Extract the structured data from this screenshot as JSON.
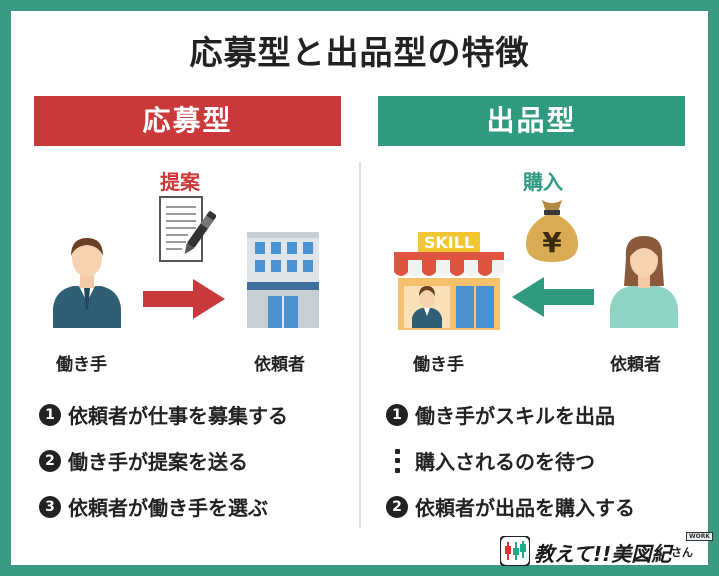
{
  "title": "応募型と出品型の特徴",
  "left": {
    "header": "応募型",
    "action": "提案",
    "worker_label": "働き手",
    "client_label": "依頼者",
    "steps": [
      {
        "marker": "1",
        "text": "依頼者が仕事を募集する"
      },
      {
        "marker": "2",
        "text": "働き手が提案を送る"
      },
      {
        "marker": "3",
        "text": "依頼者が働き手を選ぶ"
      }
    ]
  },
  "right": {
    "header": "出品型",
    "action": "購入",
    "store_sign": "SKILL",
    "price_symbol": "¥",
    "worker_label": "働き手",
    "client_label": "依頼者",
    "steps": [
      {
        "marker": "1",
        "text": "働き手がスキルを出品"
      },
      {
        "marker": "",
        "text": "購入されるのを待つ"
      },
      {
        "marker": "2",
        "text": "依頼者が出品を購入する"
      }
    ]
  },
  "logo": {
    "text": "教えて!!美図紀",
    "suffix": "さん",
    "badge": "WORK"
  },
  "colors": {
    "frame": "#3a9b84",
    "red": "#c9393a",
    "green": "#2f9a80"
  }
}
